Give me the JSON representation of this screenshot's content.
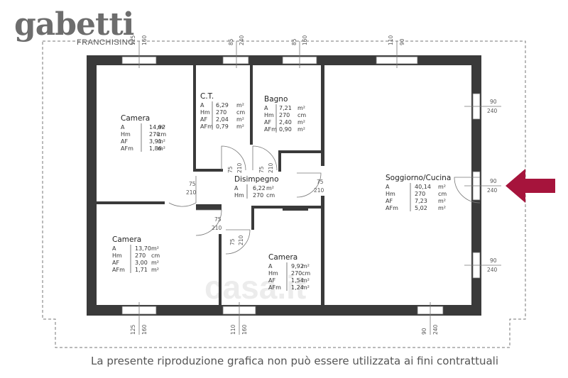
{
  "brand": {
    "logo_text": "gabetti",
    "logo_sub": "FRANCHISING",
    "watermark": "casa.it",
    "arrow_color": "#a6143c"
  },
  "disclaimer": "La presente riproduzione grafica non può essere utilizzata ai fini contrattuali",
  "rooms": {
    "camera_nw": {
      "name": "Camera",
      "rows": [
        {
          "k": "A",
          "v": "14,92",
          "u": "m²"
        },
        {
          "k": "Hm",
          "v": "270",
          "u": "cm"
        },
        {
          "k": "AF",
          "v": "3,91",
          "u": "m²"
        },
        {
          "k": "AFm",
          "v": "1,86",
          "u": "m²"
        }
      ]
    },
    "ct": {
      "name": "C.T.",
      "rows": [
        {
          "k": "A",
          "v": "6,29",
          "u": "m²"
        },
        {
          "k": "Hm",
          "v": "270",
          "u": "cm"
        },
        {
          "k": "AF",
          "v": "2,04",
          "u": "m²"
        },
        {
          "k": "AFm",
          "v": "0,79",
          "u": "m²"
        }
      ]
    },
    "bagno": {
      "name": "Bagno",
      "rows": [
        {
          "k": "A",
          "v": "7,21",
          "u": "m²"
        },
        {
          "k": "Hm",
          "v": "270",
          "u": "cm"
        },
        {
          "k": "AF",
          "v": "2,40",
          "u": "m²"
        },
        {
          "k": "AFm",
          "v": "0,90",
          "u": "m²"
        }
      ]
    },
    "disimpegno": {
      "name": "Disimpegno",
      "rows": [
        {
          "k": "A",
          "v": "6,22",
          "u": "m²"
        },
        {
          "k": "Hm",
          "v": "270",
          "u": "cm"
        }
      ]
    },
    "soggiorno": {
      "name": "Soggiorno/Cucina",
      "rows": [
        {
          "k": "A",
          "v": "40,14",
          "u": "m²"
        },
        {
          "k": "Hm",
          "v": "270",
          "u": "cm"
        },
        {
          "k": "AF",
          "v": "7,23",
          "u": "m²"
        },
        {
          "k": "AFm",
          "v": "5,02",
          "u": "m²"
        }
      ]
    },
    "camera_sw": {
      "name": "Camera",
      "rows": [
        {
          "k": "A",
          "v": "13,70",
          "u": "m²"
        },
        {
          "k": "Hm",
          "v": "270",
          "u": "cm"
        },
        {
          "k": "AF",
          "v": "3,00",
          "u": "m²"
        },
        {
          "k": "AFm",
          "v": "1,71",
          "u": "m²"
        }
      ]
    },
    "camera_s": {
      "name": "Camera",
      "rows": [
        {
          "k": "A",
          "v": "9,92",
          "u": "m²"
        },
        {
          "k": "Hm",
          "v": "270",
          "u": "cm"
        },
        {
          "k": "AF",
          "v": "1,54",
          "u": "m²"
        },
        {
          "k": "AFm",
          "v": "1,24",
          "u": "m²"
        }
      ]
    }
  },
  "dims": {
    "w_top_1": "125",
    "h_top_1": "160",
    "w_top_2": "85",
    "h_top_2": "240",
    "w_top_3": "85",
    "h_top_3": "160",
    "w_top_4": "110",
    "h_top_4": "90",
    "w_r1": "90",
    "h_r1": "240",
    "w_r2": "90",
    "h_r2": "240",
    "w_r3": "90",
    "h_r3": "240",
    "w_b1": "125",
    "h_b1": "160",
    "w_b2": "110",
    "h_b2": "160",
    "w_b3": "90",
    "h_b3": "240",
    "d1_w": "75",
    "d1_h": "210",
    "d2_w": "75",
    "d2_h": "210",
    "d3_w": "75",
    "d3_h": "210",
    "d4_w": "75",
    "d4_h": "210",
    "d5_w": "75",
    "d5_h": "210",
    "d6_w": "75",
    "d6_h": "210"
  }
}
